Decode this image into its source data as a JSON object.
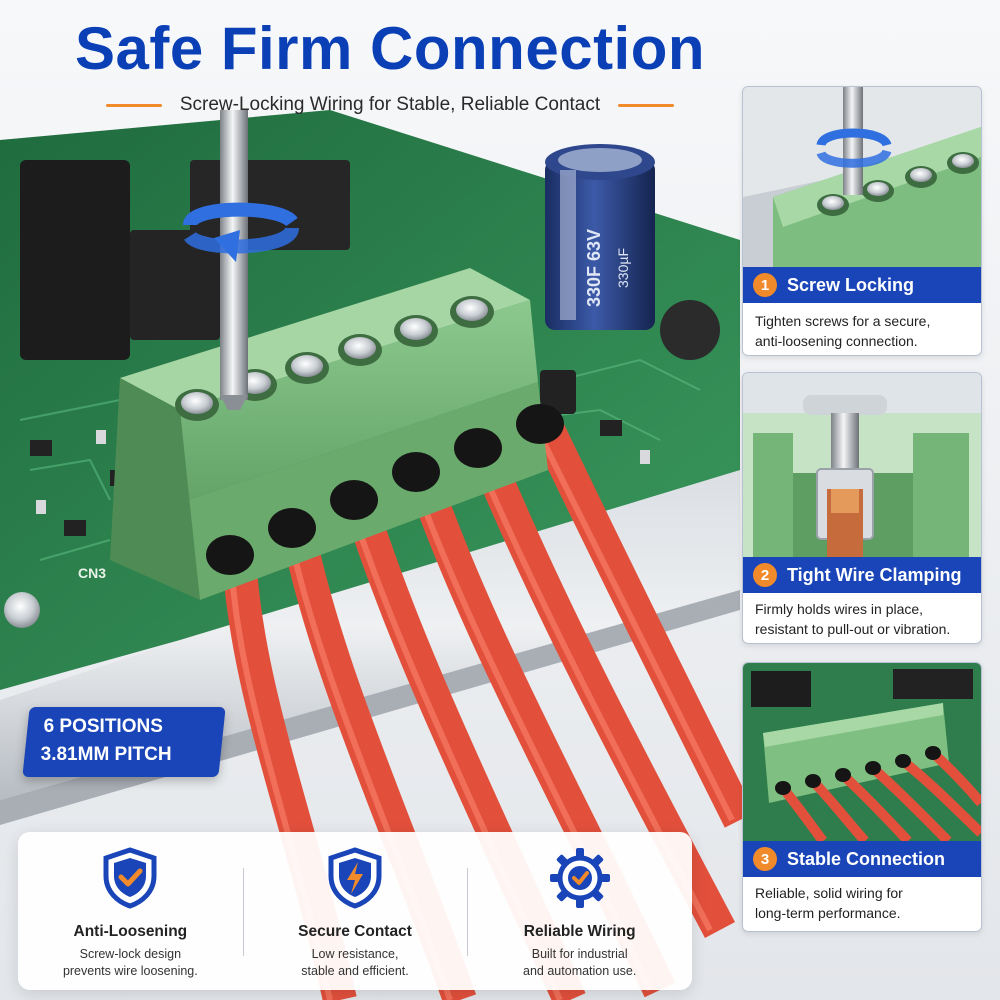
{
  "headline": {
    "title": "Safe Firm Connection",
    "subtitle": "Screw-Locking Wiring for Stable, Reliable Contact"
  },
  "product_badge": {
    "line1": "6 POSITIONS",
    "line2": "3.81MM PITCH"
  },
  "board_labels": {
    "cap_top": "330F 63V",
    "cap_side": "330µF",
    "connector": "CN3"
  },
  "features": [
    {
      "icon": "shield-check-icon",
      "name": "Anti-Loosening",
      "desc1": "Screw-lock design",
      "desc2": "prevents wire loosening."
    },
    {
      "icon": "shield-lightning-icon",
      "name": "Secure Contact",
      "desc1": "Low resistance,",
      "desc2": "stable and efficient."
    },
    {
      "icon": "gear-check-icon",
      "name": "Reliable Wiring",
      "desc1": "Built for industrial",
      "desc2": "and automation use."
    }
  ],
  "cards": [
    {
      "num": "1",
      "title": "Screw Locking",
      "desc1": "Tighten screws for a secure,",
      "desc2": "anti-loosening connection."
    },
    {
      "num": "2",
      "title": "Tight Wire Clamping",
      "desc1": "Firmly holds wires in place,",
      "desc2": "resistant to pull-out or vibration."
    },
    {
      "num": "3",
      "title": "Stable Connection",
      "desc1": "Reliable, solid wiring for",
      "desc2": "long-term performance."
    }
  ],
  "colors": {
    "brand_blue": "#1a45b8",
    "title_blue": "#0a3fb6",
    "accent_orange": "#f08a2a",
    "terminal_green": "#79b87c",
    "wire_red": "#e2503c",
    "pcb_green": "#2f8a52"
  }
}
